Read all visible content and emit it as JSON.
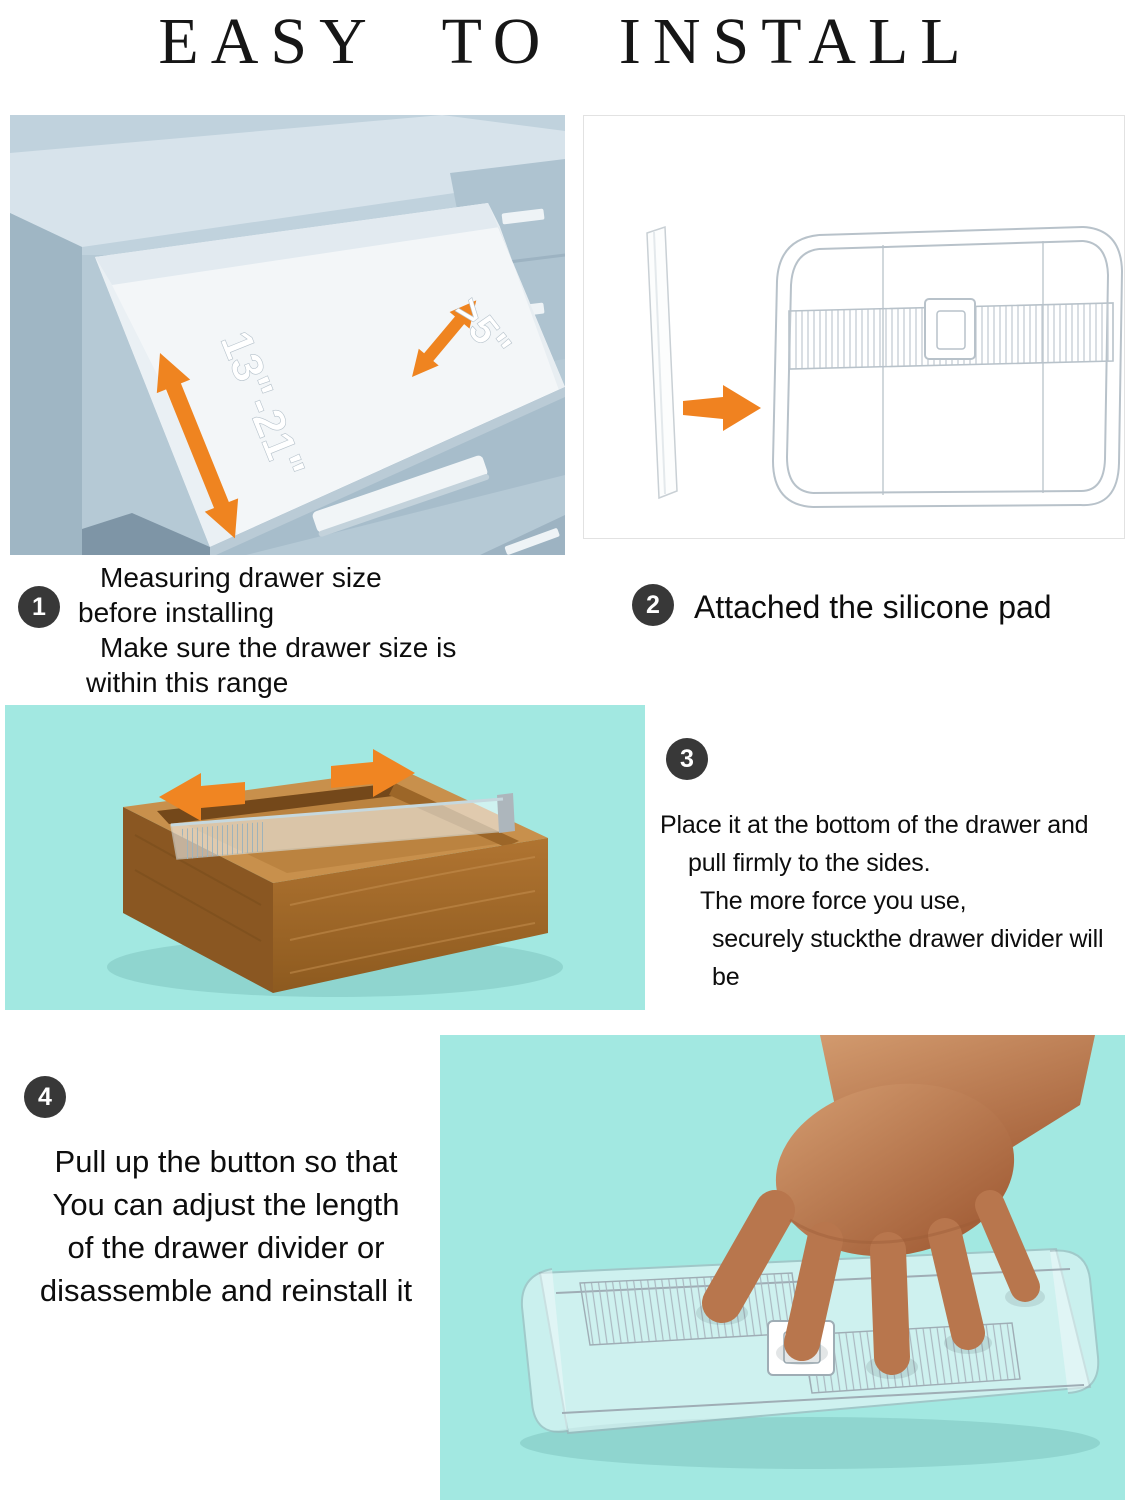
{
  "title": "EASY TO INSTALL",
  "colors": {
    "teal_background": "#a2e8e1",
    "arrow_orange": "#f08522",
    "badge_dark": "#383838"
  },
  "measurements": {
    "depth_range": "13\"-21\"",
    "height_min": ">5\""
  },
  "steps": {
    "step1": {
      "number": "1",
      "lines": [
        "Measuring drawer size",
        "before installing",
        "Make sure the drawer size is",
        "within this range"
      ]
    },
    "step2": {
      "number": "2",
      "text": "Attached the silicone pad"
    },
    "step3": {
      "number": "3",
      "lines": [
        "Place it at the bottom of the drawer and",
        "pull firmly to the sides.",
        "The more force you use,",
        "securely stuckthe drawer divider will be"
      ]
    },
    "step4": {
      "number": "4",
      "lines": [
        "Pull up the button so that",
        "You can adjust the length",
        "of the drawer divider or",
        "disassemble and reinstall it"
      ]
    }
  }
}
